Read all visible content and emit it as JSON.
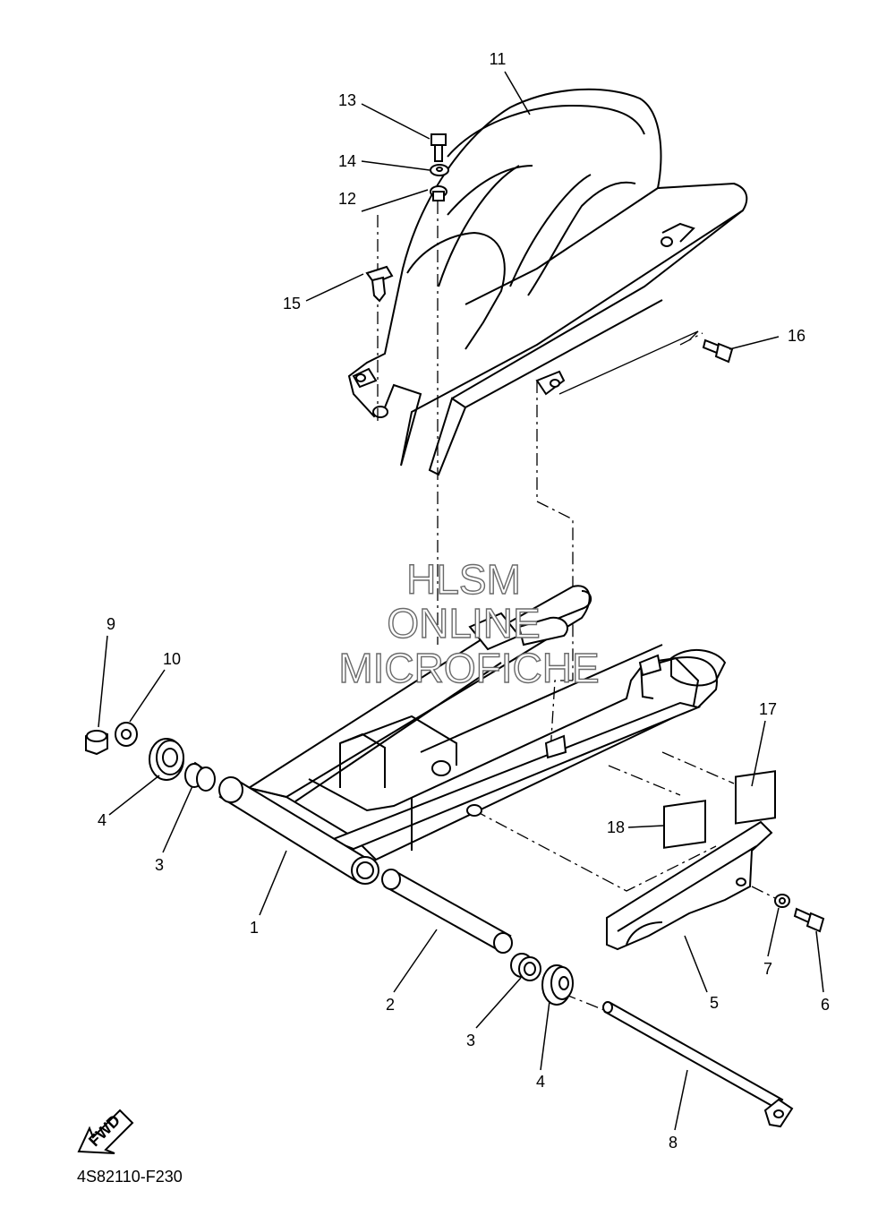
{
  "diagram": {
    "code": "4S82110-F230",
    "fwd_label": "FWD",
    "watermark": [
      "HLSM",
      "ONLINE",
      "MICROFICHE"
    ],
    "callouts": [
      "1",
      "2",
      "3",
      "3",
      "4",
      "4",
      "5",
      "6",
      "7",
      "8",
      "9",
      "10",
      "11",
      "12",
      "13",
      "14",
      "15",
      "16",
      "17",
      "18"
    ]
  }
}
